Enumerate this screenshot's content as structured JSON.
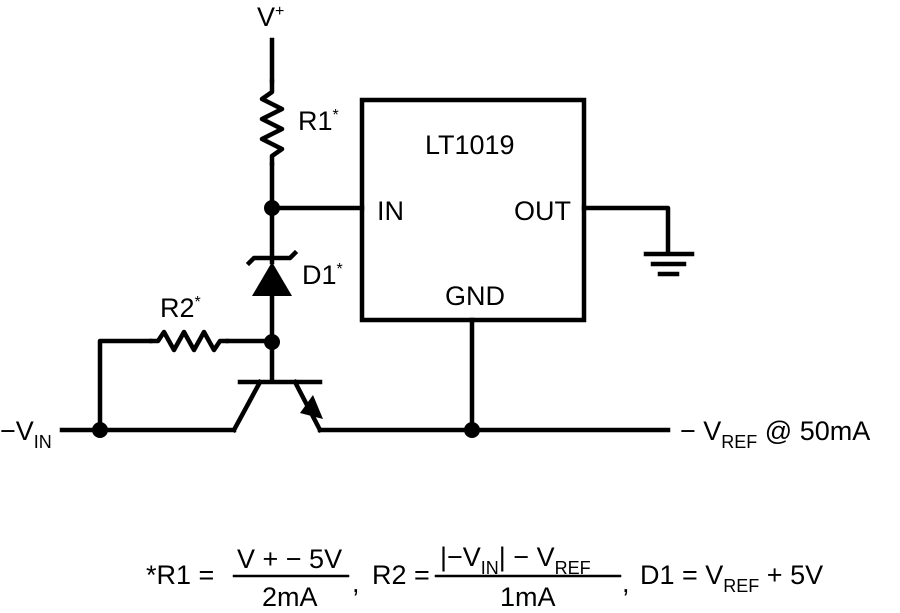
{
  "supply": {
    "label": "V",
    "sup": "+"
  },
  "r1": {
    "label": "R1",
    "mark": "*"
  },
  "r2": {
    "label": "R2",
    "mark": "*"
  },
  "d1": {
    "label": "D1",
    "mark": "*"
  },
  "ic": {
    "part": "LT1019",
    "pin_in": "IN",
    "pin_out": "OUT",
    "pin_gnd": "GND"
  },
  "input": {
    "prefix": "−V",
    "sub": "IN"
  },
  "output": {
    "prefix": "− V",
    "sub": "REF",
    "suffix": " @ 50mA"
  },
  "footnote": {
    "r1_lead": "*R1 =",
    "r1_num": "V + − 5V",
    "r1_den": "2mA",
    "sep1": ",",
    "r2_lead": "R2 =",
    "r2_num_a": "|−V",
    "r2_num_a_sub": "IN",
    "r2_num_b": "| − V",
    "r2_num_b_sub": "REF",
    "r2_den": "1mA",
    "sep2": ",",
    "d1_text": "D1 = V",
    "d1_sub": "REF",
    "d1_tail": " + 5V"
  }
}
